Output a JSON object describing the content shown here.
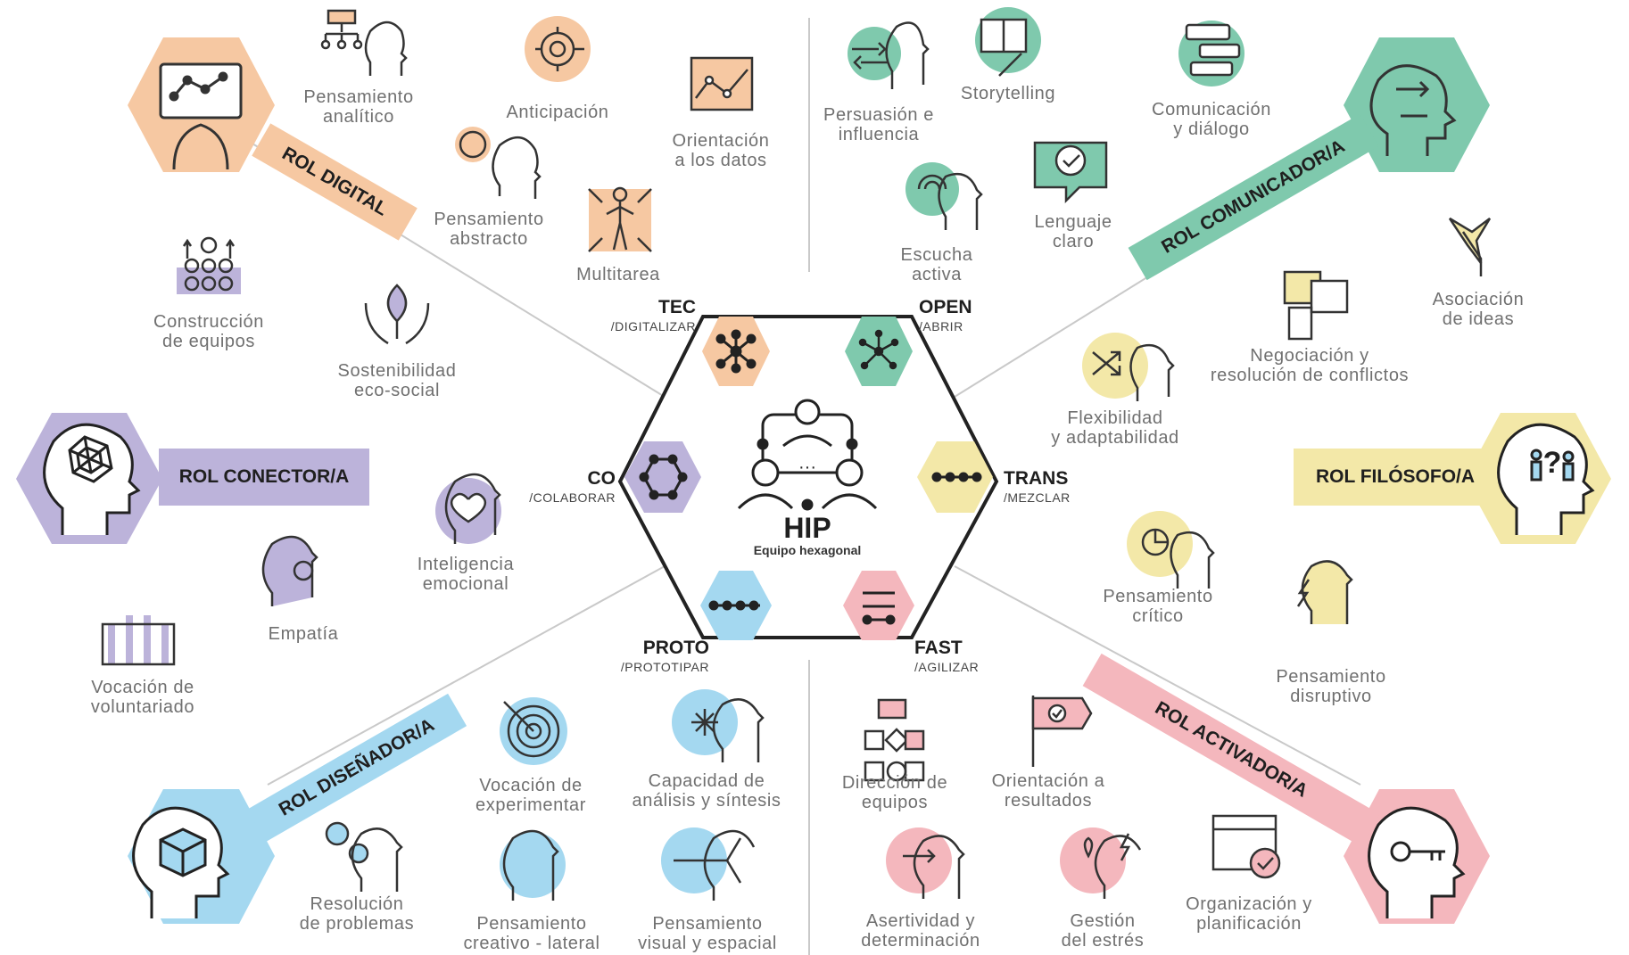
{
  "center": {
    "title": "HIP",
    "subtitle": "Equipo hexagonal"
  },
  "colors": {
    "orange": "#f6c8a2",
    "teal": "#7fc9ad",
    "purple": "#bcb3da",
    "yellow": "#f3e8a8",
    "blue": "#a4d8f0",
    "pink": "#f4b7bd"
  },
  "categories": {
    "tec": {
      "name": "TEC",
      "verb": "/DIGITALIZAR"
    },
    "open": {
      "name": "OPEN",
      "verb": "/ABRIR"
    },
    "co": {
      "name": "CO",
      "verb": "/COLABORAR"
    },
    "trans": {
      "name": "TRANS",
      "verb": "/MEZCLAR"
    },
    "proto": {
      "name": "PROTO",
      "verb": "/PROTOTIPAR"
    },
    "fast": {
      "name": "FAST",
      "verb": "/AGILIZAR"
    }
  },
  "roles": {
    "digital": "ROL DIGITAL",
    "comunicador": "ROL COMUNICADOR/A",
    "conector": "ROL CONECTOR/A",
    "filosofo": "ROL FILÓSOFO/A",
    "disenador": "ROL DISEÑADOR/A",
    "activador": "ROL ACTIVADOR/A"
  },
  "skills": {
    "pensamiento_analitico": [
      "Pensamiento",
      "analítico"
    ],
    "anticipacion": [
      "Anticipación"
    ],
    "orientacion_datos": [
      "Orientación",
      "a los datos"
    ],
    "pensamiento_abstracto": [
      "Pensamiento",
      "abstracto"
    ],
    "multitarea": [
      "Multitarea"
    ],
    "construccion_equipos": [
      "Construcción",
      "de equipos"
    ],
    "sostenibilidad": [
      "Sostenibilidad",
      "eco-social"
    ],
    "persuasion": [
      "Persuasión e",
      "influencia"
    ],
    "storytelling": [
      "Storytelling"
    ],
    "comunicacion": [
      "Comunicación",
      "y diálogo"
    ],
    "escucha": [
      "Escucha",
      "activa"
    ],
    "lenguaje": [
      "Lenguaje",
      "claro"
    ],
    "asociacion": [
      "Asociación",
      "de ideas"
    ],
    "negociacion": [
      "Negociación y",
      "resolución de conflictos"
    ],
    "flexibilidad": [
      "Flexibilidad",
      "y adaptabilidad"
    ],
    "inteligencia": [
      "Inteligencia",
      "emocional"
    ],
    "empatia": [
      "Empatía"
    ],
    "voluntariado": [
      "Vocación de",
      "voluntariado"
    ],
    "critico": [
      "Pensamiento",
      "crítico"
    ],
    "disruptivo": [
      "Pensamiento",
      "disruptivo"
    ],
    "experimentar": [
      "Vocación de",
      "experimentar"
    ],
    "analisis": [
      "Capacidad de",
      "análisis y síntesis"
    ],
    "direccion": [
      "Dirección de",
      "equipos"
    ],
    "resultados": [
      "Orientación a",
      "resultados"
    ],
    "resolucion": [
      "Resolución",
      "de problemas"
    ],
    "creativo": [
      "Pensamiento",
      "creativo - lateral"
    ],
    "visual": [
      "Pensamiento",
      "visual y espacial"
    ],
    "asertividad": [
      "Asertividad y",
      "determinación"
    ],
    "estres": [
      "Gestión",
      "del estrés"
    ],
    "organizacion": [
      "Organización y",
      "planificación"
    ]
  }
}
